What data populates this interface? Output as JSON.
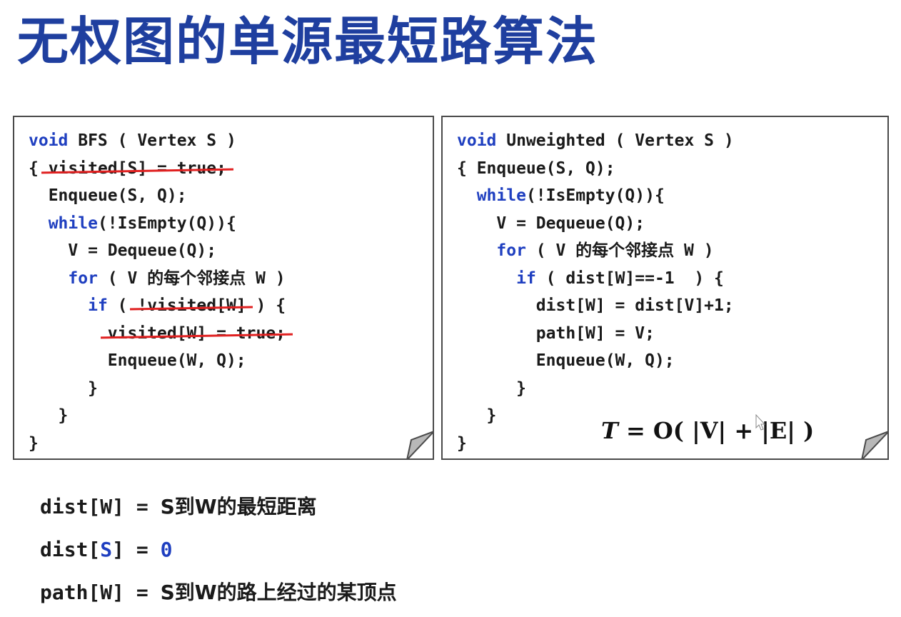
{
  "title": "无权图的单源最短路算法",
  "bfs_panel": {
    "lines": [
      {
        "indent": "",
        "kw": "void",
        "rest": " BFS ( Vertex S )",
        "strike": ""
      },
      {
        "indent": "",
        "kw": "",
        "rest": "{ ",
        "strike": "visited[S] = true;"
      },
      {
        "indent": "  ",
        "kw": "",
        "rest": "Enqueue(S, Q);",
        "strike": ""
      },
      {
        "indent": "  ",
        "kw": "while",
        "rest": "(!IsEmpty(Q)){",
        "strike": ""
      },
      {
        "indent": "    ",
        "kw": "",
        "rest": "V = Dequeue(Q);",
        "strike": ""
      },
      {
        "indent": "    ",
        "kw": "for",
        "rest": " ( V 的每个邻接点 W )",
        "strike": ""
      },
      {
        "indent": "      ",
        "kw": "if",
        "rest": " ( ",
        "strike": "!visited[W]",
        "tail": " ) {"
      },
      {
        "indent": "        ",
        "kw": "",
        "rest": "",
        "strike": "visited[W] = true;"
      },
      {
        "indent": "        ",
        "kw": "",
        "rest": "Enqueue(W, Q);",
        "strike": ""
      },
      {
        "indent": "      ",
        "kw": "",
        "rest": "}",
        "strike": ""
      },
      {
        "indent": "   ",
        "kw": "",
        "rest": "}",
        "strike": ""
      },
      {
        "indent": "",
        "kw": "",
        "rest": "}",
        "strike": ""
      }
    ]
  },
  "unweighted_panel": {
    "lines": [
      {
        "indent": "",
        "kw": "void",
        "rest": " Unweighted ( Vertex S )"
      },
      {
        "indent": "",
        "kw": "",
        "rest": "{ Enqueue(S, Q);"
      },
      {
        "indent": "  ",
        "kw": "while",
        "rest": "(!IsEmpty(Q)){"
      },
      {
        "indent": "    ",
        "kw": "",
        "rest": "V = Dequeue(Q);"
      },
      {
        "indent": "    ",
        "kw": "for",
        "rest": " ( V 的每个邻接点 W )"
      },
      {
        "indent": "      ",
        "kw": "if",
        "rest": " ( dist[W]==-1  ) {"
      },
      {
        "indent": "        ",
        "kw": "",
        "rest": "dist[W] = dist[V]+1;"
      },
      {
        "indent": "        ",
        "kw": "",
        "rest": "path[W] = V;"
      },
      {
        "indent": "        ",
        "kw": "",
        "rest": "Enqueue(W, Q);"
      },
      {
        "indent": "      ",
        "kw": "",
        "rest": "}"
      },
      {
        "indent": "   ",
        "kw": "",
        "rest": "}"
      },
      {
        "indent": "",
        "kw": "",
        "rest": "}"
      }
    ],
    "complexity_t": "T",
    "complexity_rest": " = O( |V| + |E| )"
  },
  "notes": [
    {
      "code": "dist[W] = ",
      "desc": "S到W的最短距离"
    },
    {
      "code_pre": "dist[",
      "code_blue": "S",
      "code_post": "] = ",
      "value_blue": "0"
    },
    {
      "code": "path[W] = ",
      "desc": "S到W的路上经过的某顶点"
    }
  ]
}
